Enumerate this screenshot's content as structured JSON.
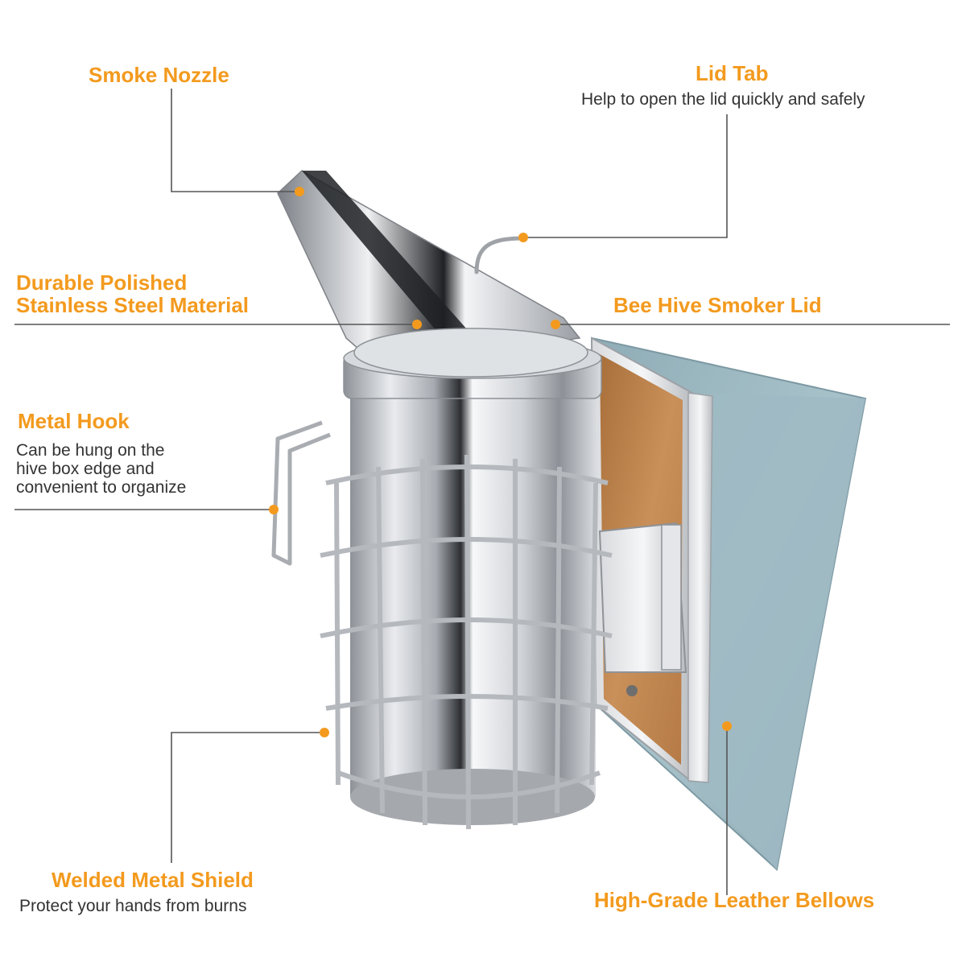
{
  "colors": {
    "accent": "#f39a1e",
    "leader_line": "#555555",
    "steel": "#c9ccd1",
    "wood": "#c08a54",
    "leather": "#9bb7c0"
  },
  "labels": {
    "smoke_nozzle": {
      "title": "Smoke Nozzle"
    },
    "lid_tab": {
      "title": "Lid Tab",
      "desc": "Help to open the lid quickly and safely"
    },
    "material": {
      "title_line1": "Durable Polished",
      "title_line2": "Stainless Steel Material"
    },
    "smoker_lid": {
      "title": "Bee Hive Smoker Lid"
    },
    "metal_hook": {
      "title": "Metal Hook",
      "desc_line1": "Can be hung on the",
      "desc_line2": "hive box edge and",
      "desc_line3": "convenient to organize"
    },
    "metal_shield": {
      "title": "Welded Metal Shield",
      "desc": "Protect your hands from burns"
    },
    "bellows": {
      "title": "High-Grade Leather Bellows"
    }
  }
}
